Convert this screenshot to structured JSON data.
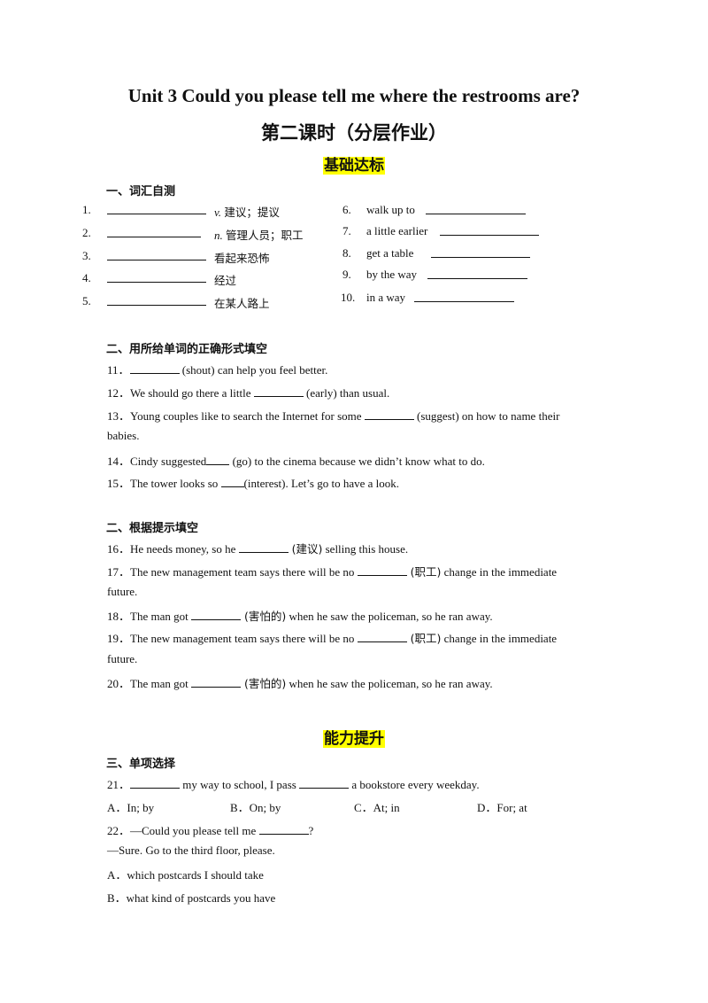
{
  "header": {
    "title": "Unit  3  Could you please tell me where the restrooms are?",
    "subtitle": "第二课时（分层作业）",
    "band1": "基础达标",
    "band2": "能力提升"
  },
  "section1": {
    "title": "一、词汇自测",
    "left": [
      {
        "num": "1.",
        "pos": "v.",
        "meaning": "建议；提议"
      },
      {
        "num": "2.",
        "pos": "n.",
        "meaning": "管理人员；职工"
      },
      {
        "num": "3.",
        "pos": "",
        "meaning": "看起来恐怖"
      },
      {
        "num": "4.",
        "pos": "",
        "meaning": "经过"
      },
      {
        "num": "5.",
        "pos": "",
        "meaning": "在某人路上"
      }
    ],
    "right": [
      {
        "num": "6.",
        "phrase": "walk up to"
      },
      {
        "num": "7.",
        "phrase": "a little earlier"
      },
      {
        "num": "8.",
        "phrase": "get a table"
      },
      {
        "num": "9.",
        "phrase": "by the way"
      },
      {
        "num": "10.",
        "phrase": "in a way"
      }
    ]
  },
  "section2": {
    "title": "二、用所给单词的正确形式填空",
    "q11": {
      "pre": "11．",
      "post": " (shout) can help you feel better."
    },
    "q12": {
      "pre": "12．We should go there a little ",
      "post": " (early) than usual."
    },
    "q13": {
      "pre": "13．Young couples like to search the Internet for some ",
      "post": " (suggest) on how to name their",
      "cont": "babies."
    },
    "q14": {
      "pre": "14．Cindy suggested",
      "post": " (go) to the cinema because we didn’t know what to do."
    },
    "q15": {
      "pre": "15．The tower looks so ",
      "post": "(interest). Let’s go to have a look."
    }
  },
  "section3": {
    "title": "二、根据提示填空",
    "q16": {
      "pre": "16．He needs money, so he ",
      "hint": " (建议)",
      "post": " selling this house."
    },
    "q17": {
      "pre": "17．The new management team says there will be no ",
      "hint": " (职工)",
      "post": " change in the immediate",
      "cont": "future."
    },
    "q18": {
      "pre": "18．The man got ",
      "hint": " (害怕的)",
      "post": " when he saw the policeman, so he ran away."
    },
    "q19": {
      "pre": "19．The new management team says there will be no ",
      "hint": " (职工)",
      "post": " change in the immediate",
      "cont": "future."
    },
    "q20": {
      "pre": "20．The man got ",
      "hint": " (害怕的)",
      "post": " when he saw the policeman, so he ran away."
    }
  },
  "section4": {
    "title": "三、单项选择",
    "q21": {
      "pre": "21．",
      "mid": " my way to school, I pass ",
      "post": " a bookstore every weekday."
    },
    "q21_options": [
      "A．In; by",
      "B．On; by",
      "C．At; in",
      "D．For; at"
    ],
    "q22": {
      "pre": "22．—Could you please tell me ",
      "post": "?"
    },
    "q22_reply": "—Sure. Go to the third floor, please.",
    "q22_options": [
      "A．which postcards I should take",
      "B．what kind of postcards you have"
    ]
  }
}
